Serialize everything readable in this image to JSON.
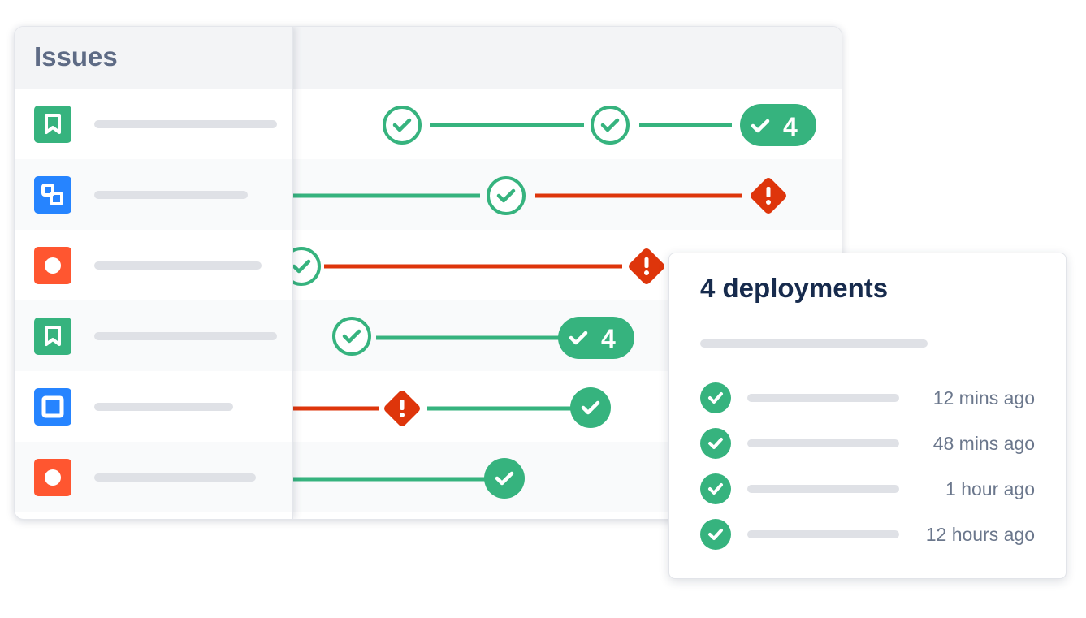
{
  "issues_panel": {
    "title": "Issues",
    "items": [
      {
        "type": "story",
        "color": "#36b37e"
      },
      {
        "type": "subtask",
        "color": "#2684ff"
      },
      {
        "type": "bug",
        "color": "#ff5630"
      },
      {
        "type": "story",
        "color": "#36b37e"
      },
      {
        "type": "task",
        "color": "#2684ff"
      },
      {
        "type": "bug",
        "color": "#ff5630"
      }
    ]
  },
  "timeline": {
    "success_color": "#36b37e",
    "failure_color": "#de350b",
    "badges": [
      "4",
      "4"
    ]
  },
  "popover": {
    "title": "4 deployments",
    "deployments": [
      {
        "status": "success",
        "time": "12 mins ago"
      },
      {
        "status": "success",
        "time": "48 mins ago"
      },
      {
        "status": "success",
        "time": "1 hour ago"
      },
      {
        "status": "success",
        "time": "12 hours ago"
      }
    ]
  }
}
